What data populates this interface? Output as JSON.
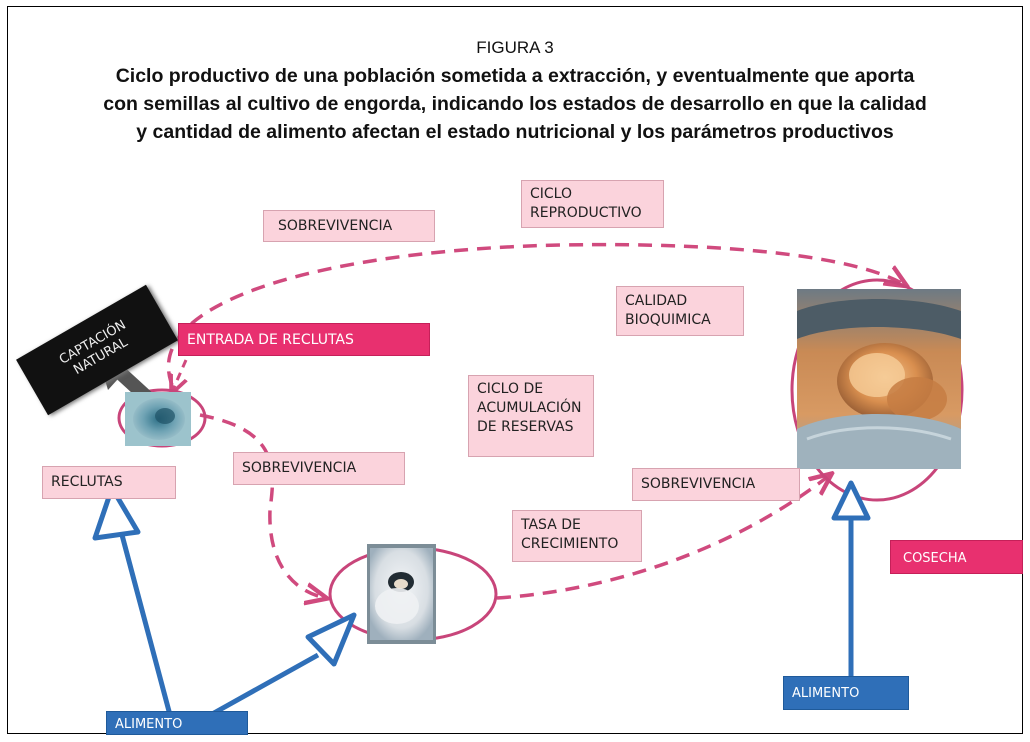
{
  "figure": {
    "label": "FIGURA 3",
    "title_lines": [
      "Ciclo productivo de una población sometida a extracción, y eventualmente que aporta",
      "con semillas al cultivo de engorda, indicando los estados de desarrollo en que la calidad",
      "y cantidad de alimento afectan el estado nutricional y los parámetros productivos"
    ]
  },
  "labels": {
    "sobrevivencia_top": "SOBREVIVENCIA",
    "ciclo_reproductivo": [
      "CICLO",
      "REPRODUCTIVO"
    ],
    "captacion_natural": [
      "CAPTACIÓN",
      "NATURAL"
    ],
    "entrada_reclutas": "ENTRADA DE RECLUTAS",
    "calidad_bioquimica": [
      "CALIDAD",
      "BIOQUIMICA"
    ],
    "ciclo_acumulacion": [
      "CICLO DE",
      "ACUMULACIÓN",
      "DE RESERVAS"
    ],
    "sobrevivencia_left": "SOBREVIVENCIA",
    "reclutas": "RECLUTAS",
    "sobrevivencia_right": "SOBREVIVENCIA",
    "tasa_crecimiento": [
      "TASA DE",
      "CRECIMIENTO"
    ],
    "cosecha": "COSECHA",
    "alimento_left": "ALIMENTO",
    "alimento_right": "ALIMENTO"
  },
  "colors": {
    "dashed_arrow": "#d04a7e",
    "ellipse": "#c8457a",
    "blue_arrow": "#2f6fb8",
    "pink_box": "#fbd3dc",
    "magenta_box": "#e8306f",
    "blue_box": "#2f6fb8"
  }
}
